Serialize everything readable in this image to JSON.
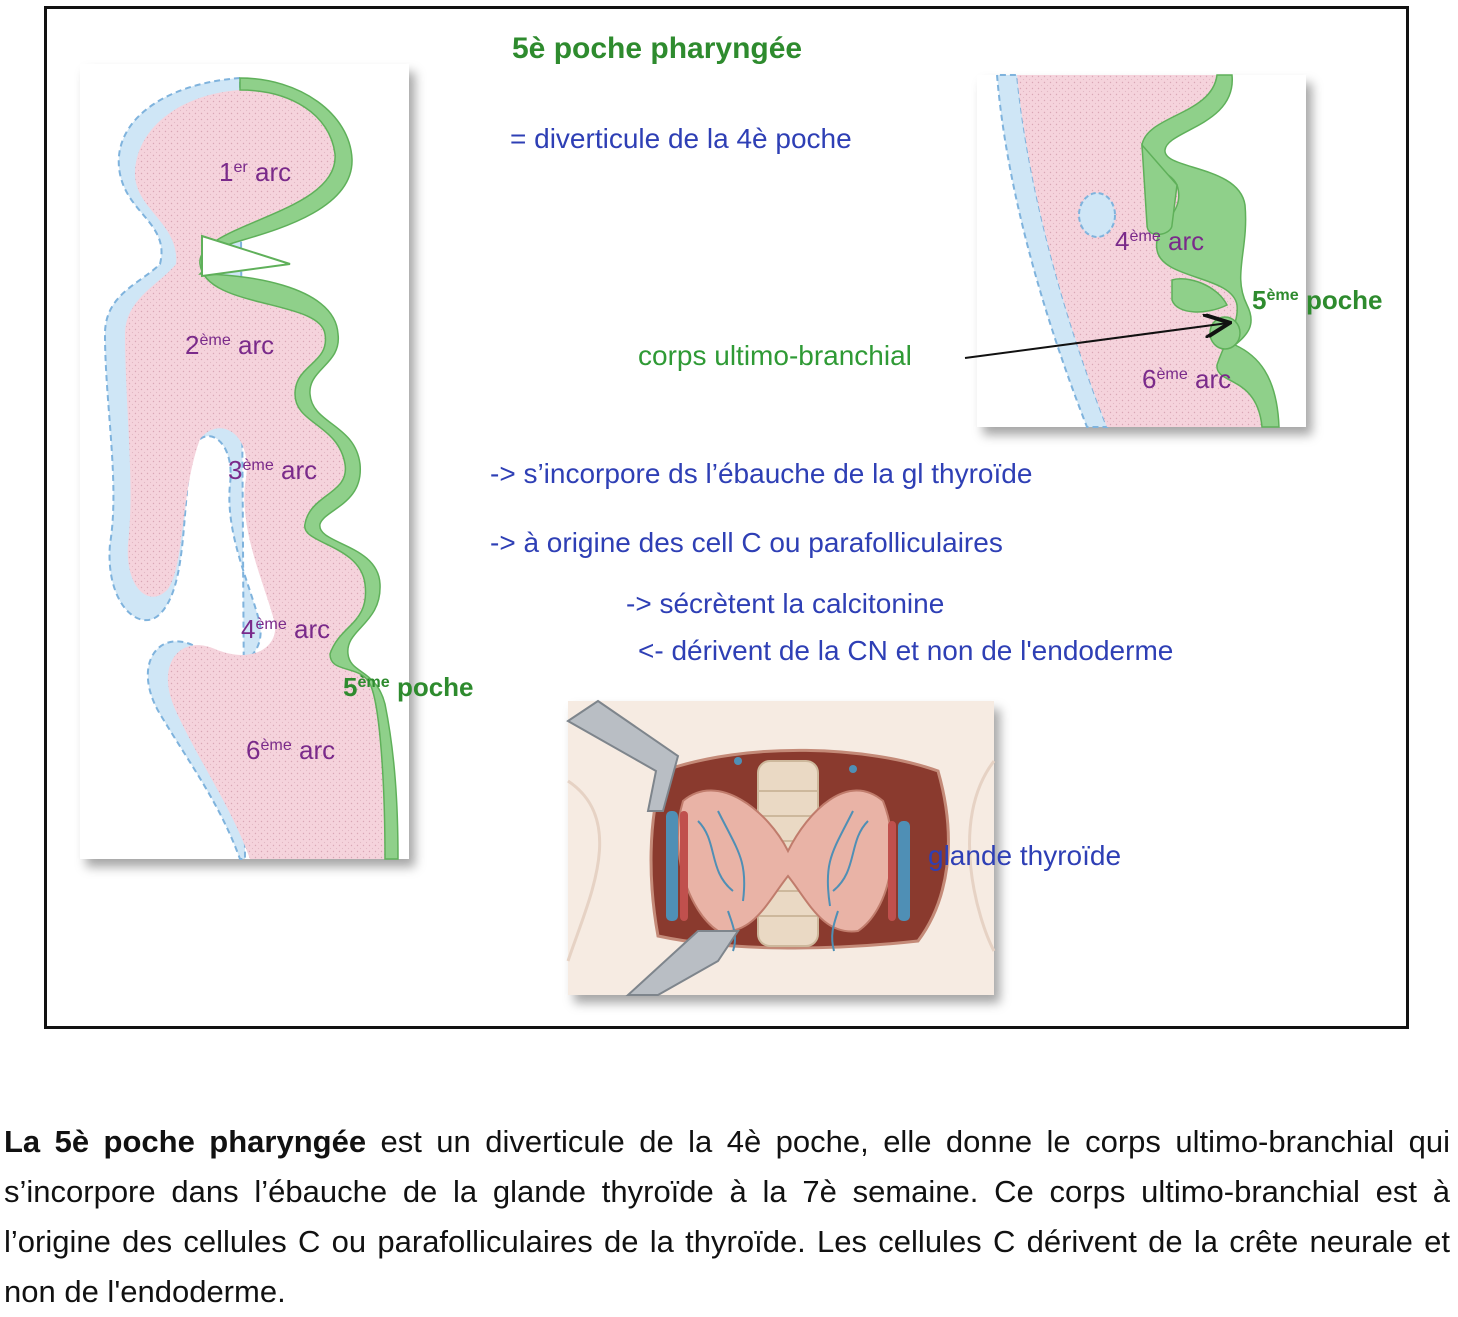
{
  "diagram": {
    "title": "5è poche pharyngée",
    "line_diverticule": "= diverticule de la 4è poche",
    "line_incorpore": "-> s’incorpore ds l’ébauche de la gl thyroïde",
    "line_origine": "-> à origine des cell C ou parafolliculaires",
    "line_secretent": "-> sécrètent la calcitonine",
    "line_derivent": "<- dérivent de la CN et non de l'endoderme",
    "label_corps": "corps ultimo-branchial",
    "label_glande": "glande thyroïde",
    "left_panel": {
      "arc1": {
        "num": "1",
        "sup": "er",
        "word": "arc"
      },
      "arc2": {
        "num": "2",
        "sup": "ème",
        "word": "arc"
      },
      "arc3": {
        "num": "3",
        "sup": "ème",
        "word": "arc"
      },
      "arc4": {
        "num": "4",
        "sup": "ème",
        "word": "arc"
      },
      "poche5": {
        "num": "5",
        "sup": "ème",
        "word": "poche"
      },
      "arc6": {
        "num": "6",
        "sup": "ème",
        "word": "arc"
      }
    },
    "right_panel": {
      "arc4": {
        "num": "4",
        "sup": "ème",
        "word": "arc"
      },
      "poche5": {
        "num": "5",
        "sup": "ème",
        "word": "poche"
      },
      "arc6": {
        "num": "6",
        "sup": "ème",
        "word": "arc"
      }
    }
  },
  "paragraph": {
    "bold_lead": "La 5è poche pharyngée",
    "text": " est un diverticule de la 4è poche, elle donne le corps ultimo-branchial qui s’incorpore dans l’ébauche de la glande thyroïde à la 7è semaine. Ce corps ultimo-branchial est à l’origine des cellules C ou parafolliculaires de la thyroïde. Les cellules C dérivent de la crête neurale et non de l'endoderme."
  },
  "colors": {
    "mesoderm_pink": "#f5d3dc",
    "endoderm_green": "#8fd08a",
    "ectoderm_blue": "#cfe6f6",
    "title_green": "#2e8b2e",
    "text_blue": "#2e3fb5",
    "arc_purple": "#7a2a8a"
  }
}
